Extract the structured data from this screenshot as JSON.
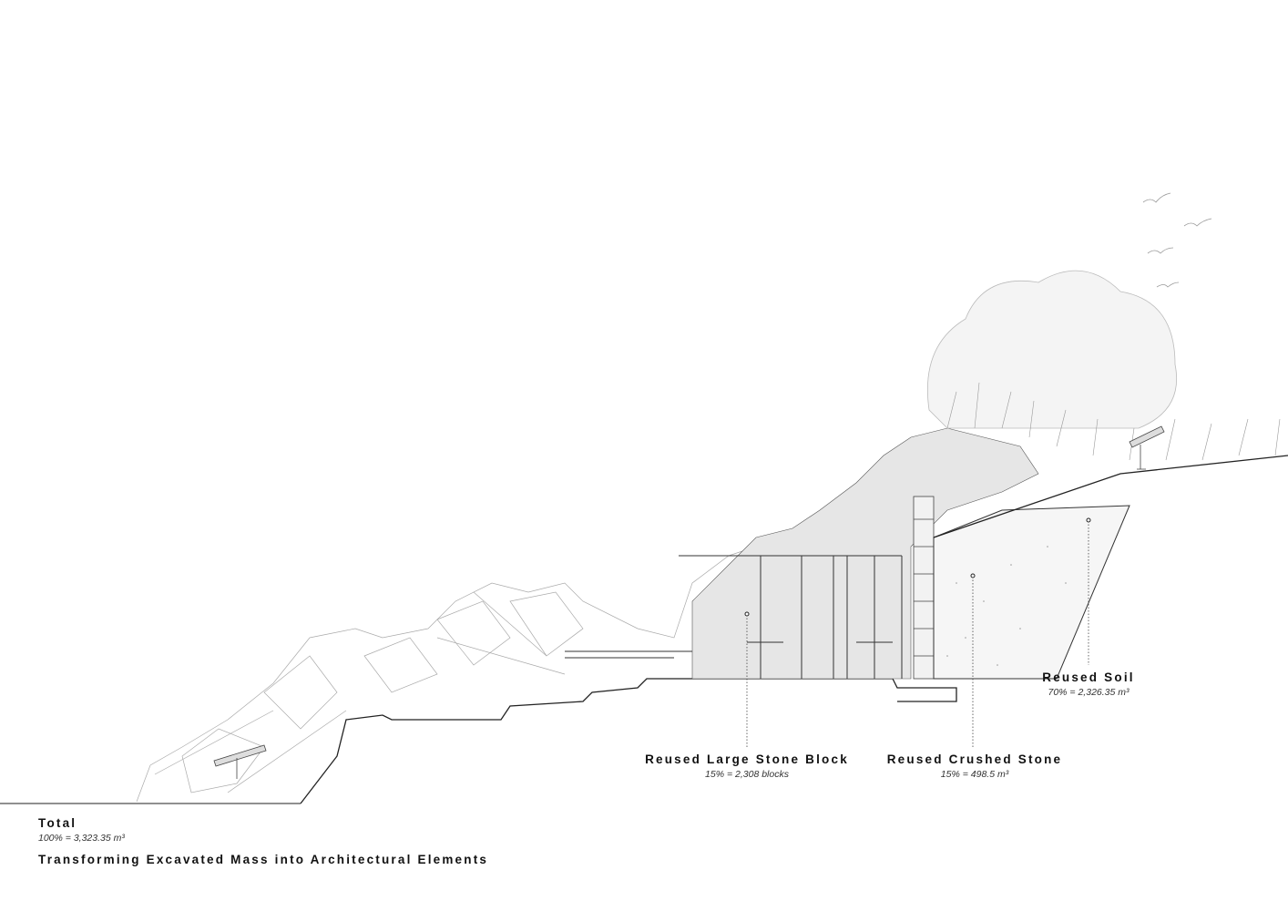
{
  "title": "Transforming Excavated Mass into Architectural Elements",
  "labels": {
    "total": {
      "name": "Total",
      "value": "100% = 3,323.35 m³"
    },
    "soil": {
      "name": "Reused Soil",
      "value": "70% = 2,326.35 m³"
    },
    "block": {
      "name": "Reused Large Stone Block",
      "value": "15% = 2,308 blocks"
    },
    "crushed": {
      "name": "Reused Crushed Stone",
      "value": "15% = 498.5 m³"
    }
  }
}
